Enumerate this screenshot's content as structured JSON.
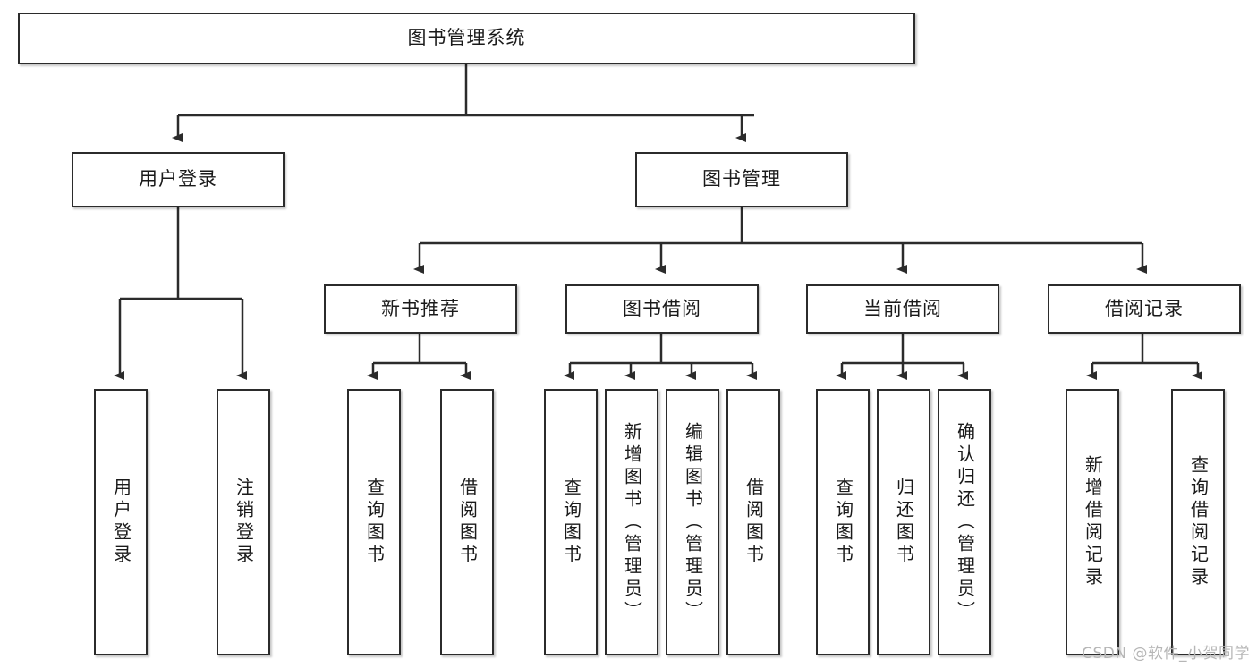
{
  "diagram": {
    "type": "tree",
    "title": "图书管理系统",
    "orientation": "top-down",
    "background_color": "#ffffff",
    "node_border_color": "#2b2b2b",
    "node_fill_color": "#ffffff",
    "edge_color": "#2b2b2b"
  },
  "nodes": {
    "root": {
      "label": "图书管理系统",
      "level": 0,
      "text_direction": "horizontal"
    },
    "l1": [
      {
        "id": "user_login",
        "label": "用户登录",
        "level": 1,
        "text_direction": "horizontal"
      },
      {
        "id": "book_mgmt",
        "label": "图书管理",
        "level": 1,
        "text_direction": "horizontal"
      }
    ],
    "l2": [
      {
        "id": "new_book_rec",
        "label": "新书推荐",
        "level": 2,
        "text_direction": "horizontal"
      },
      {
        "id": "book_borrow",
        "label": "图书借阅",
        "level": 2,
        "text_direction": "horizontal"
      },
      {
        "id": "current_borrow",
        "label": "当前借阅",
        "level": 2,
        "text_direction": "horizontal"
      },
      {
        "id": "borrow_record",
        "label": "借阅记录",
        "level": 2,
        "text_direction": "horizontal"
      }
    ],
    "leaves": [
      {
        "id": "leaf_user_login",
        "label": "用户登录",
        "parent": "user_login",
        "level": 2,
        "text_direction": "vertical"
      },
      {
        "id": "leaf_logout",
        "label": "注销登录",
        "parent": "user_login",
        "level": 2,
        "text_direction": "vertical"
      },
      {
        "id": "leaf_query_book_1",
        "label": "查询图书",
        "parent": "new_book_rec",
        "level": 3,
        "text_direction": "vertical"
      },
      {
        "id": "leaf_borrow_book_1",
        "label": "借阅图书",
        "parent": "new_book_rec",
        "level": 3,
        "text_direction": "vertical"
      },
      {
        "id": "leaf_query_book_2",
        "label": "查询图书",
        "parent": "book_borrow",
        "level": 3,
        "text_direction": "vertical"
      },
      {
        "id": "leaf_add_book",
        "label": "新增图书（管理员）",
        "parent": "book_borrow",
        "level": 3,
        "text_direction": "vertical"
      },
      {
        "id": "leaf_edit_book",
        "label": "编辑图书（管理员）",
        "parent": "book_borrow",
        "level": 3,
        "text_direction": "vertical"
      },
      {
        "id": "leaf_borrow_book_2",
        "label": "借阅图书",
        "parent": "book_borrow",
        "level": 3,
        "text_direction": "vertical"
      },
      {
        "id": "leaf_query_book_3",
        "label": "查询图书",
        "parent": "current_borrow",
        "level": 3,
        "text_direction": "vertical"
      },
      {
        "id": "leaf_return_book",
        "label": "归还图书",
        "parent": "current_borrow",
        "level": 3,
        "text_direction": "vertical"
      },
      {
        "id": "leaf_confirm_return",
        "label": "确认归还（管理员）",
        "parent": "current_borrow",
        "level": 3,
        "text_direction": "vertical"
      },
      {
        "id": "leaf_add_record",
        "label": "新增借阅记录",
        "parent": "borrow_record",
        "level": 3,
        "text_direction": "vertical"
      },
      {
        "id": "leaf_query_record",
        "label": "查询借阅记录",
        "parent": "borrow_record",
        "level": 3,
        "text_direction": "vertical"
      }
    ]
  },
  "watermark": {
    "text": "CSDN @软件_小贺同学",
    "color": "#b6b6b6"
  }
}
